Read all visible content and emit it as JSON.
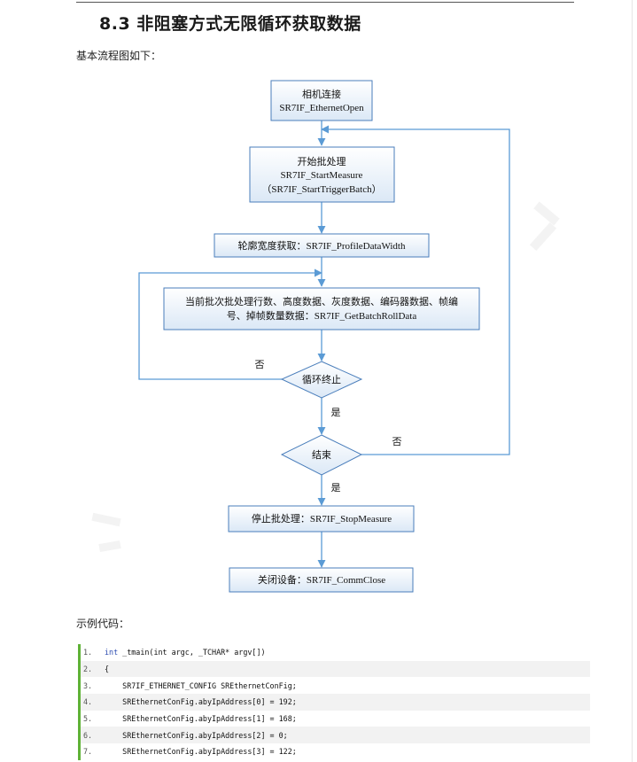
{
  "section": {
    "title": "8.3 非阻塞方式无限循环获取数据"
  },
  "intro_text": "基本流程图如下：",
  "flowchart": {
    "nodes": {
      "connect": [
        "相机连接",
        "SR7IF_EthernetOpen"
      ],
      "start_batch": [
        "开始批处理",
        "SR7IF_StartMeasure",
        "（SR7IF_StartTriggerBatch）"
      ],
      "profile_width": [
        "轮廓宽度获取：SR7IF_ProfileDataWidth"
      ],
      "get_batch": [
        "当前批次批处理行数、高度数据、灰度数据、编码器数据、帧编",
        "号、掉帧数量数据：SR7IF_GetBatchRollData"
      ],
      "loop_end": [
        "循环终止"
      ],
      "finish": [
        "结束"
      ],
      "stop_batch": [
        "停止批处理：SR7IF_StopMeasure"
      ],
      "close_device": [
        "关闭设备：SR7IF_CommClose"
      ]
    },
    "labels": {
      "no_loop": "否",
      "yes_loop": "是",
      "no_finish": "否",
      "yes_finish": "是"
    }
  },
  "example_label": "示例代码：",
  "code": {
    "lines": [
      {
        "num": "1.",
        "keyword": "int",
        "text": " _tmain(int argc, _TCHAR* argv[])"
      },
      {
        "num": "2.",
        "keyword": "",
        "text": "{"
      },
      {
        "num": "3.",
        "keyword": "",
        "text": "    SR7IF_ETHERNET_CONFIG SREthernetConFig;"
      },
      {
        "num": "4.",
        "keyword": "",
        "text": "    SREthernetConFig.abyIpAddress[0] = 192;"
      },
      {
        "num": "5.",
        "keyword": "",
        "text": "    SREthernetConFig.abyIpAddress[1] = 168;"
      },
      {
        "num": "6.",
        "keyword": "",
        "text": "    SREthernetConFig.abyIpAddress[2] = 0;"
      },
      {
        "num": "7.",
        "keyword": "",
        "text": "    SREthernetConFig.abyIpAddress[3] = 122;"
      }
    ]
  },
  "colors": {
    "box_fill_top": "#ffffff",
    "box_fill_bottom": "#dbe8f6",
    "box_border": "#4a7ebb",
    "arrow": "#5b9bd5",
    "code_rule": "#5fb236",
    "code_alt_bg": "#f2f2f2"
  }
}
